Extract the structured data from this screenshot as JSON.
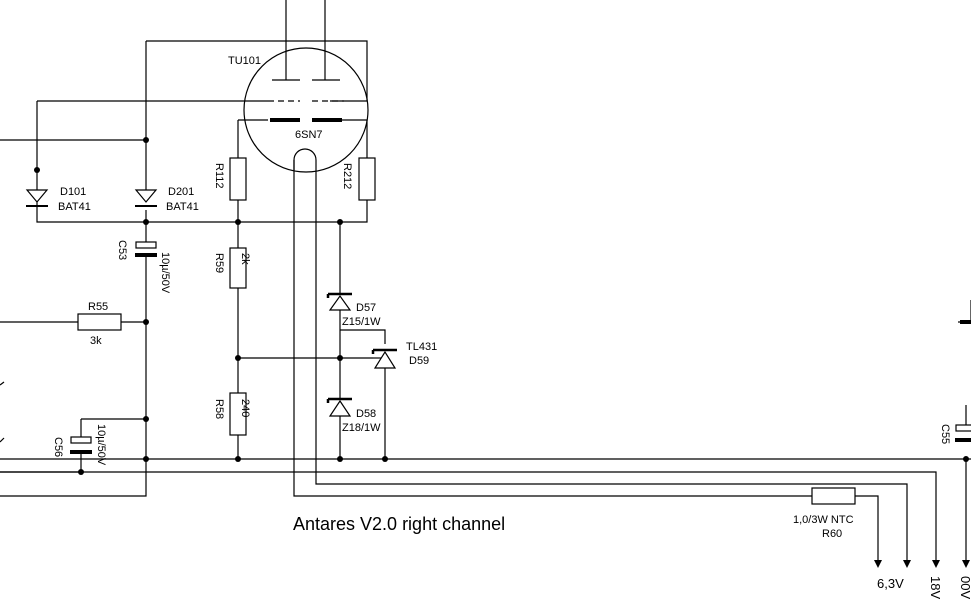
{
  "title": "Antares V2.0 right channel",
  "tube": {
    "ref": "TU101",
    "type": "6SN7"
  },
  "components": {
    "d101": {
      "ref": "D101",
      "value": "BAT41"
    },
    "d201": {
      "ref": "D201",
      "value": "BAT41"
    },
    "r112": {
      "ref": "R112"
    },
    "r212": {
      "ref": "R212"
    },
    "c53": {
      "ref": "C53",
      "value": "10µ/50V"
    },
    "r59": {
      "ref": "R59",
      "value": "2k"
    },
    "r55": {
      "ref": "R55",
      "value": "3k"
    },
    "r58": {
      "ref": "R58",
      "value": "240"
    },
    "c56": {
      "ref": "C56",
      "value": "10µ/50V"
    },
    "d57": {
      "ref": "D57",
      "value": "Z15/1W"
    },
    "d58": {
      "ref": "D58",
      "value": "Z18/1W"
    },
    "d59": {
      "ref": "D59",
      "value": "TL431"
    },
    "r60": {
      "ref": "R60",
      "value": "1,0/3W NTC"
    },
    "c55": {
      "ref": "C55"
    }
  },
  "rails": {
    "heater": "6,3V",
    "r18": "18V",
    "r100": "00V"
  }
}
